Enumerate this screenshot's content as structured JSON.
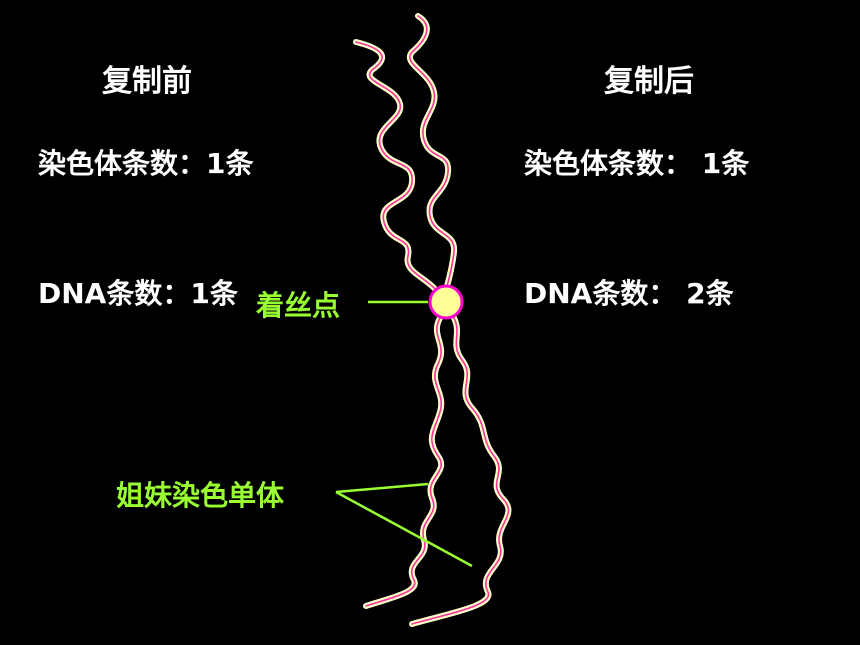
{
  "left": {
    "heading": "复制前",
    "chromosome_count": "染色体条数：1条",
    "dna_count": "DNA条数：1条"
  },
  "right": {
    "heading": "复制后",
    "chromosome_count": "染色体条数： 1条",
    "dna_count": "DNA条数： 2条"
  },
  "labels": {
    "centromere": "着丝点",
    "sister_chromatids": "姐妹染色单体"
  },
  "colors": {
    "background": "#000000",
    "text": "#ffffff",
    "label": "#99ff33",
    "strand_outer": "#ffffcc",
    "strand_inner": "#ff3399",
    "centromere_fill": "#ffff99",
    "centromere_ring": "#ff00cc"
  }
}
